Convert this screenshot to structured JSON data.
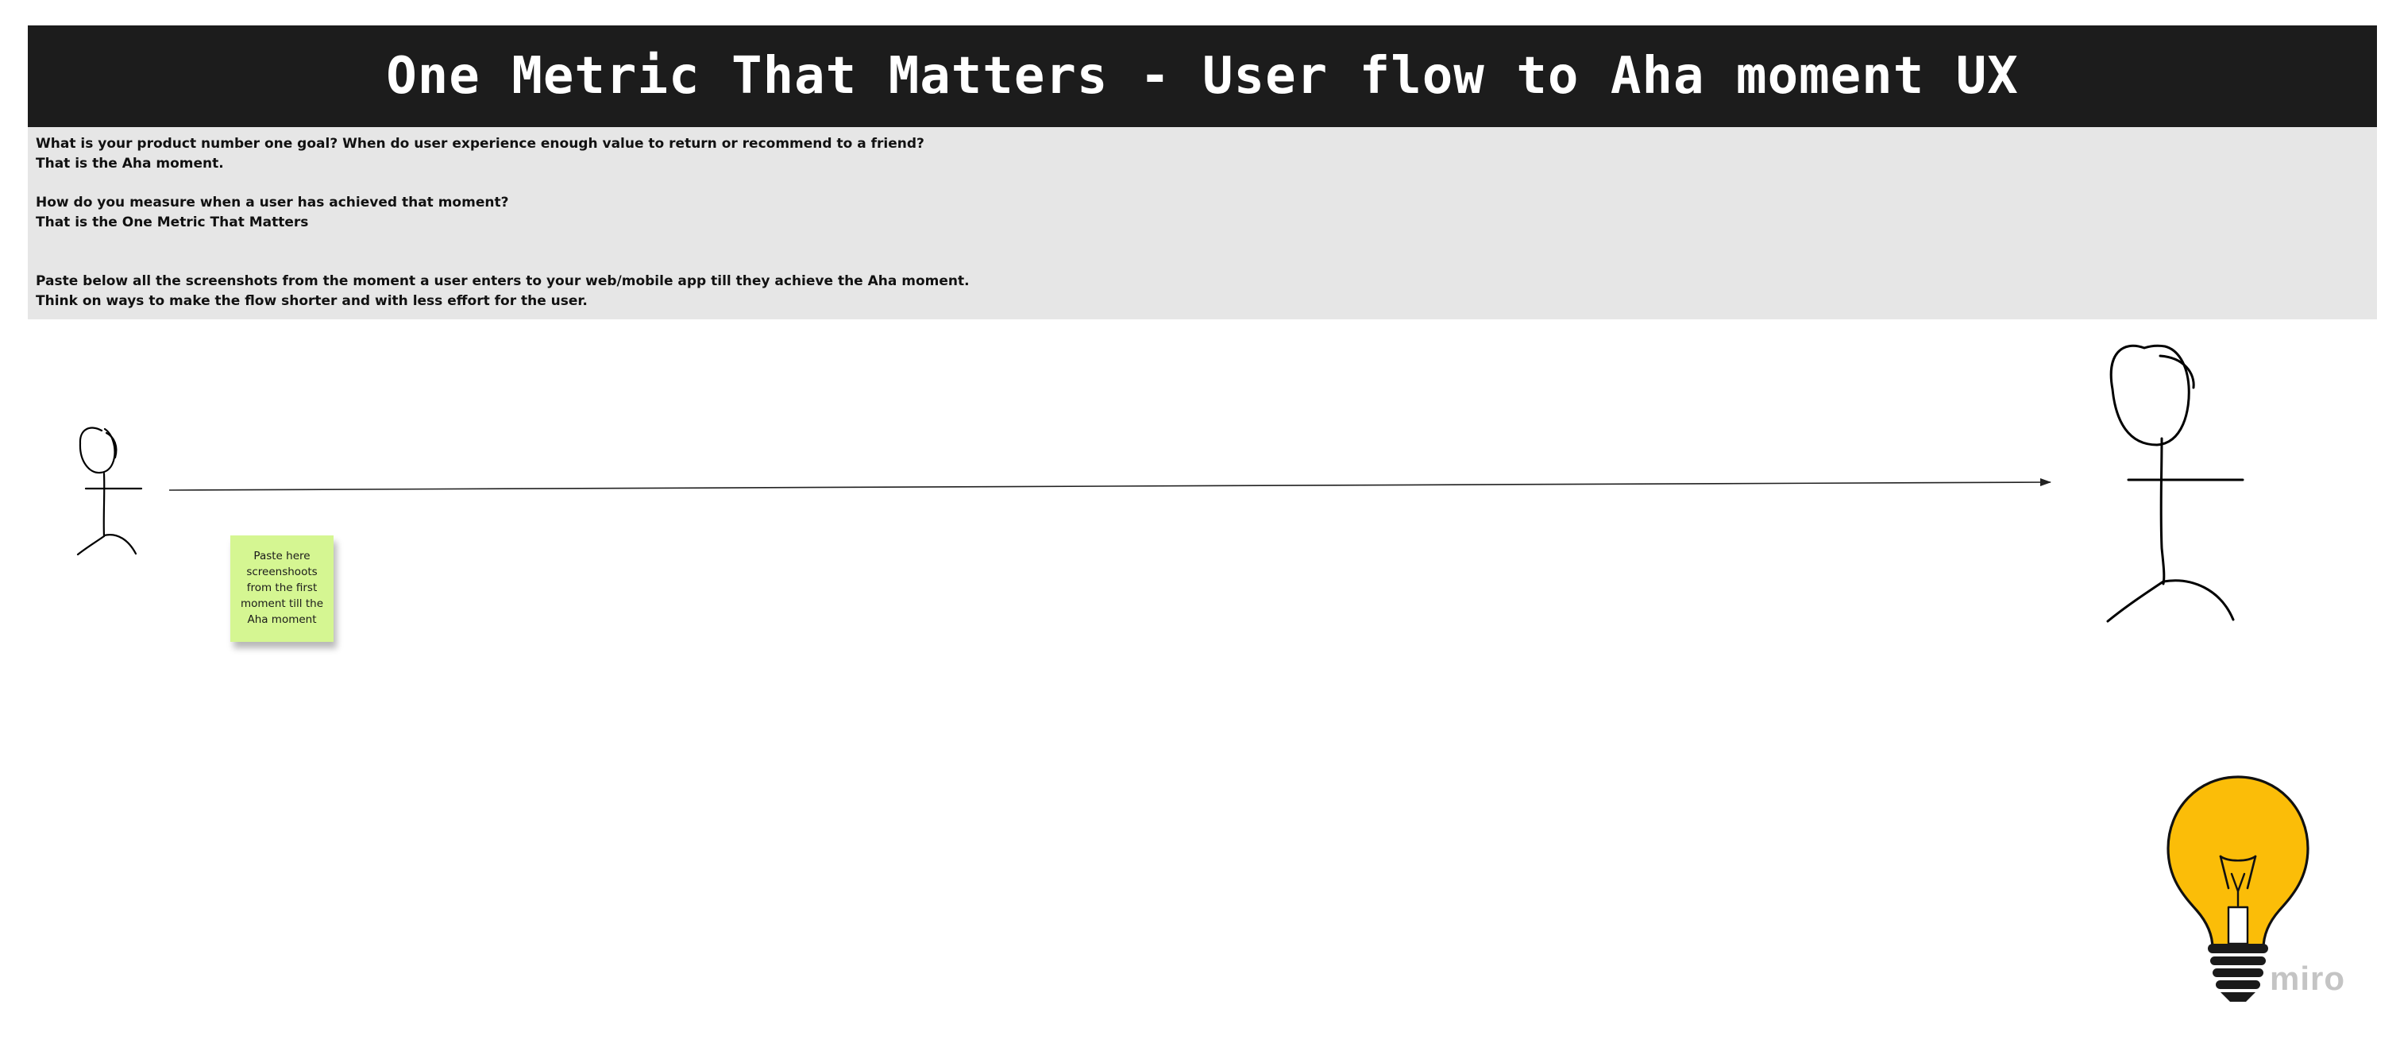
{
  "header": {
    "title": "One Metric That Matters - User flow to Aha moment UX"
  },
  "info": {
    "line1": "What is your product number one goal? When do user experience enough value to return or recommend to a friend?",
    "line2": "That is the Aha moment.",
    "line3": "How do you measure when a user has achieved that moment?",
    "line4": "That is the One Metric That Matters",
    "line5": "Paste below all the screenshots from the moment a user enters to your web/mobile app till they achieve the Aha moment.",
    "line6": "Think on ways to make the flow shorter and with less effort for the user."
  },
  "sticky_note": {
    "text": "Paste here screenshoots from the first moment till the Aha moment",
    "color": "#d5f692"
  },
  "watermark": {
    "text": "miro"
  },
  "colors": {
    "header_bg": "#1c1c1c",
    "panel_bg": "#e6e6e6",
    "bulb_yellow": "#fbbd08"
  },
  "icons": [
    "stick-figure-small-icon",
    "stick-figure-large-icon",
    "arrow-icon",
    "lightbulb-icon"
  ]
}
